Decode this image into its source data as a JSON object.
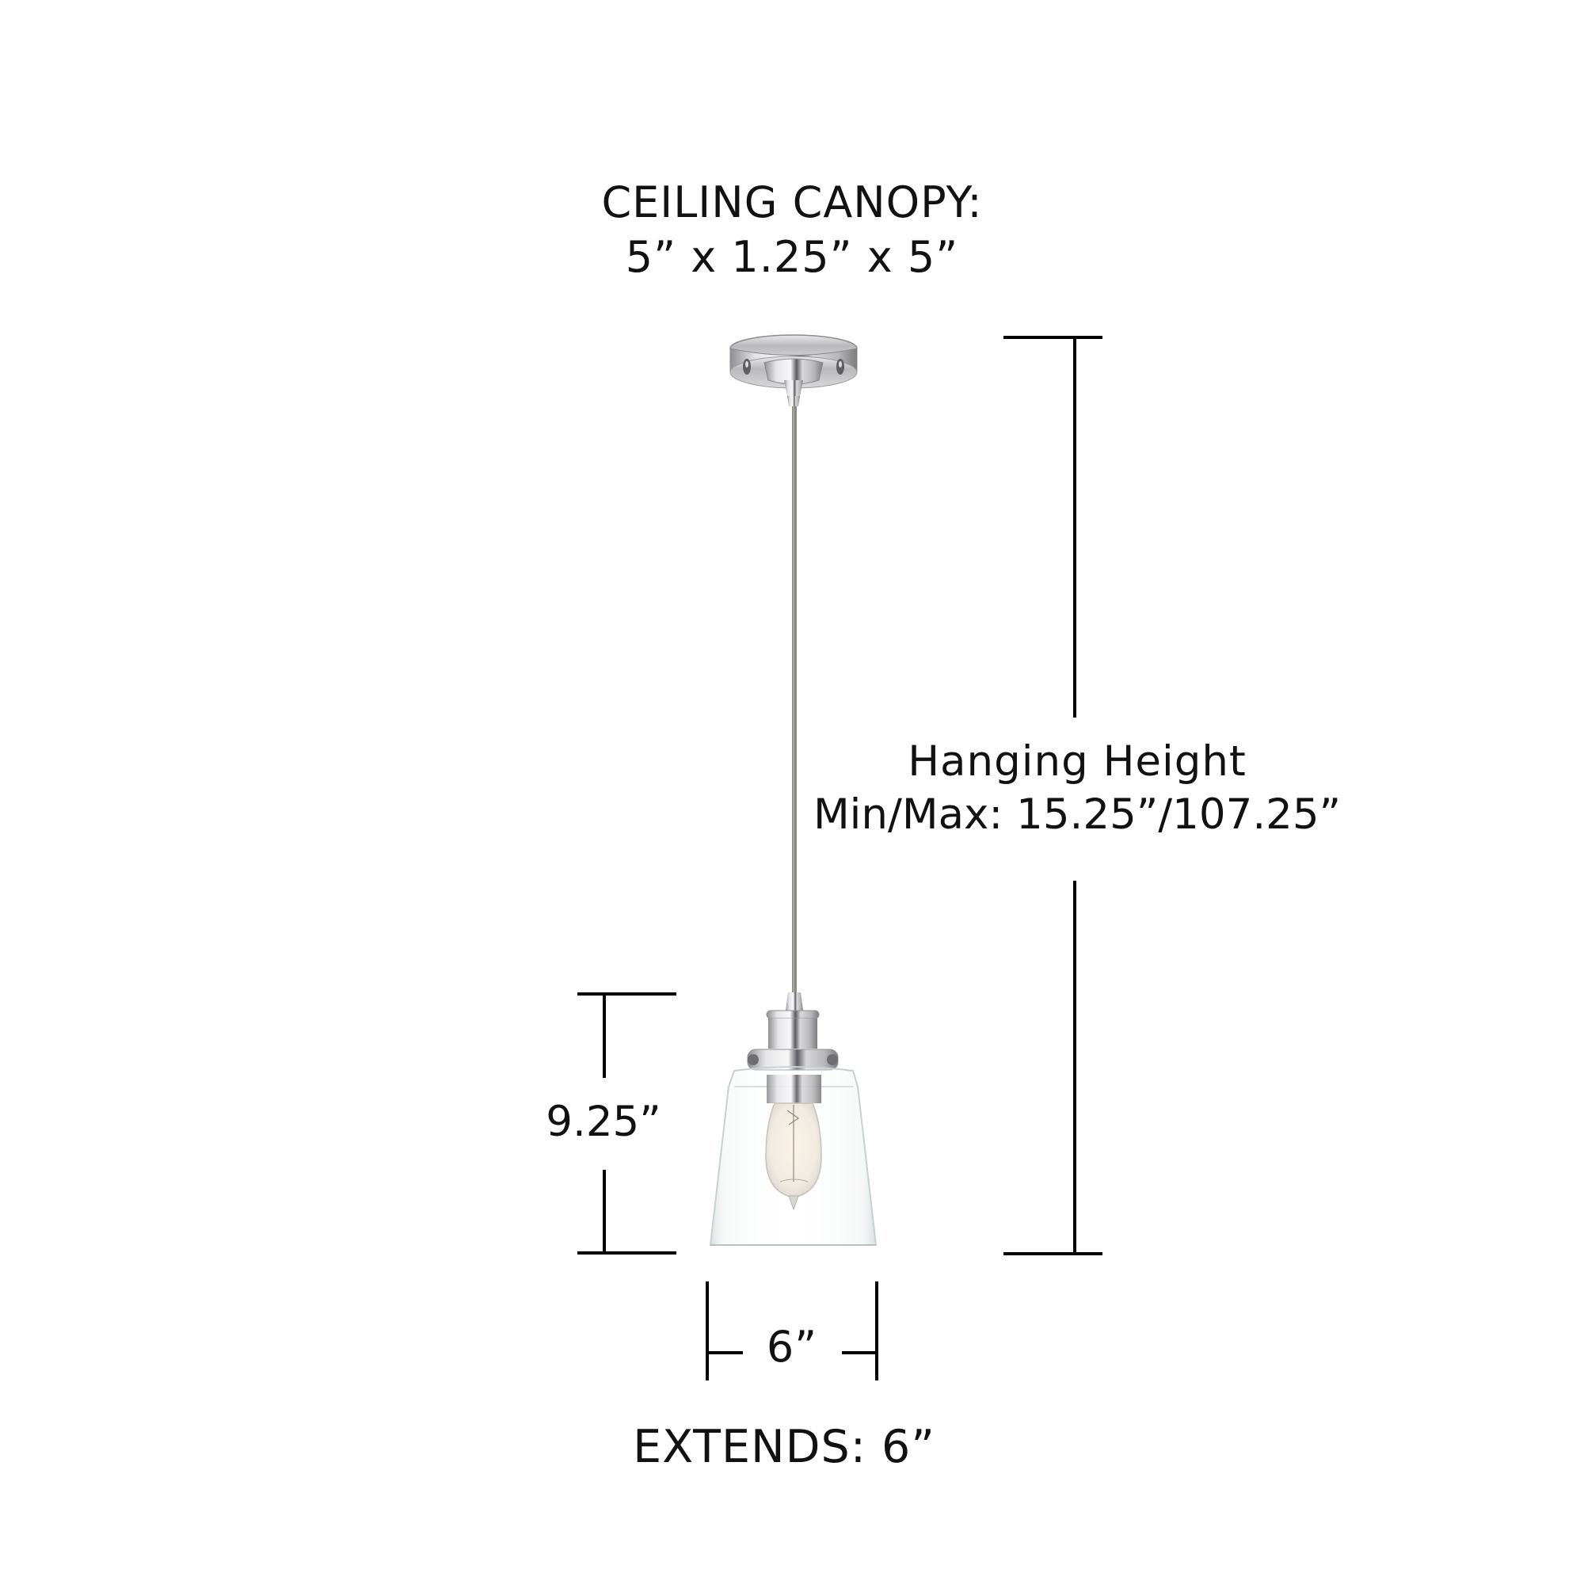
{
  "diagram": {
    "type": "product-dimension-diagram",
    "subject": "single-light pendant with clear glass shade and exposed bulb",
    "colors": {
      "background": "#ffffff",
      "text": "#111111",
      "lines": "#000000",
      "metal_finish": "#c9c9cb",
      "cord": "#8a8a80",
      "glass": "#eef2f2"
    },
    "canopy_label": {
      "title": "CEILING CANOPY:",
      "dimensions": "5” x 1.25” x 5”"
    },
    "hanging_height": {
      "title": "Hanging Height",
      "value": "Min/Max: 15.25”/107.25”"
    },
    "shade_height": {
      "value": "9.25”"
    },
    "shade_width": {
      "value": "6”"
    },
    "extends": {
      "label": "EXTENDS: 6”"
    }
  }
}
